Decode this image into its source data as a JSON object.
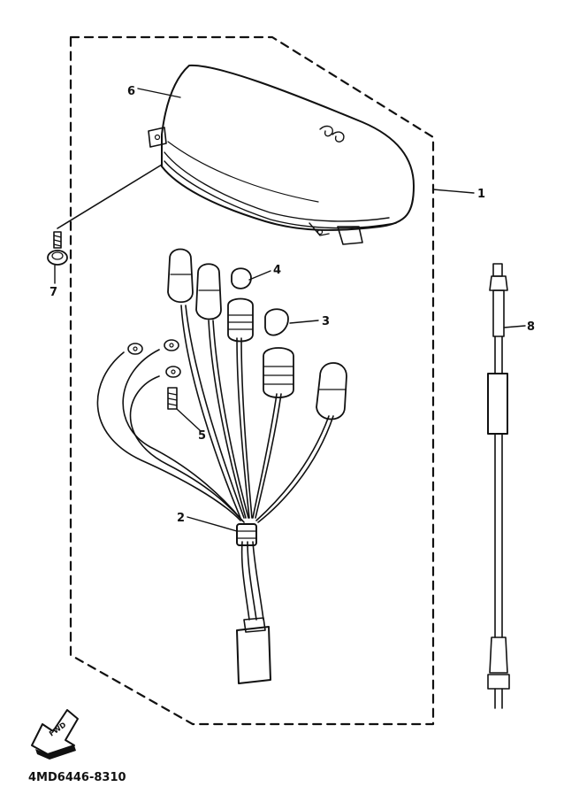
{
  "diagram_code": "4MD6446-8310",
  "fwd_icon_text": "FWD",
  "callouts": {
    "c1": "1",
    "c2": "2",
    "c3": "3",
    "c4": "4",
    "c5": "5",
    "c6": "6",
    "c7": "7",
    "c8": "8"
  }
}
